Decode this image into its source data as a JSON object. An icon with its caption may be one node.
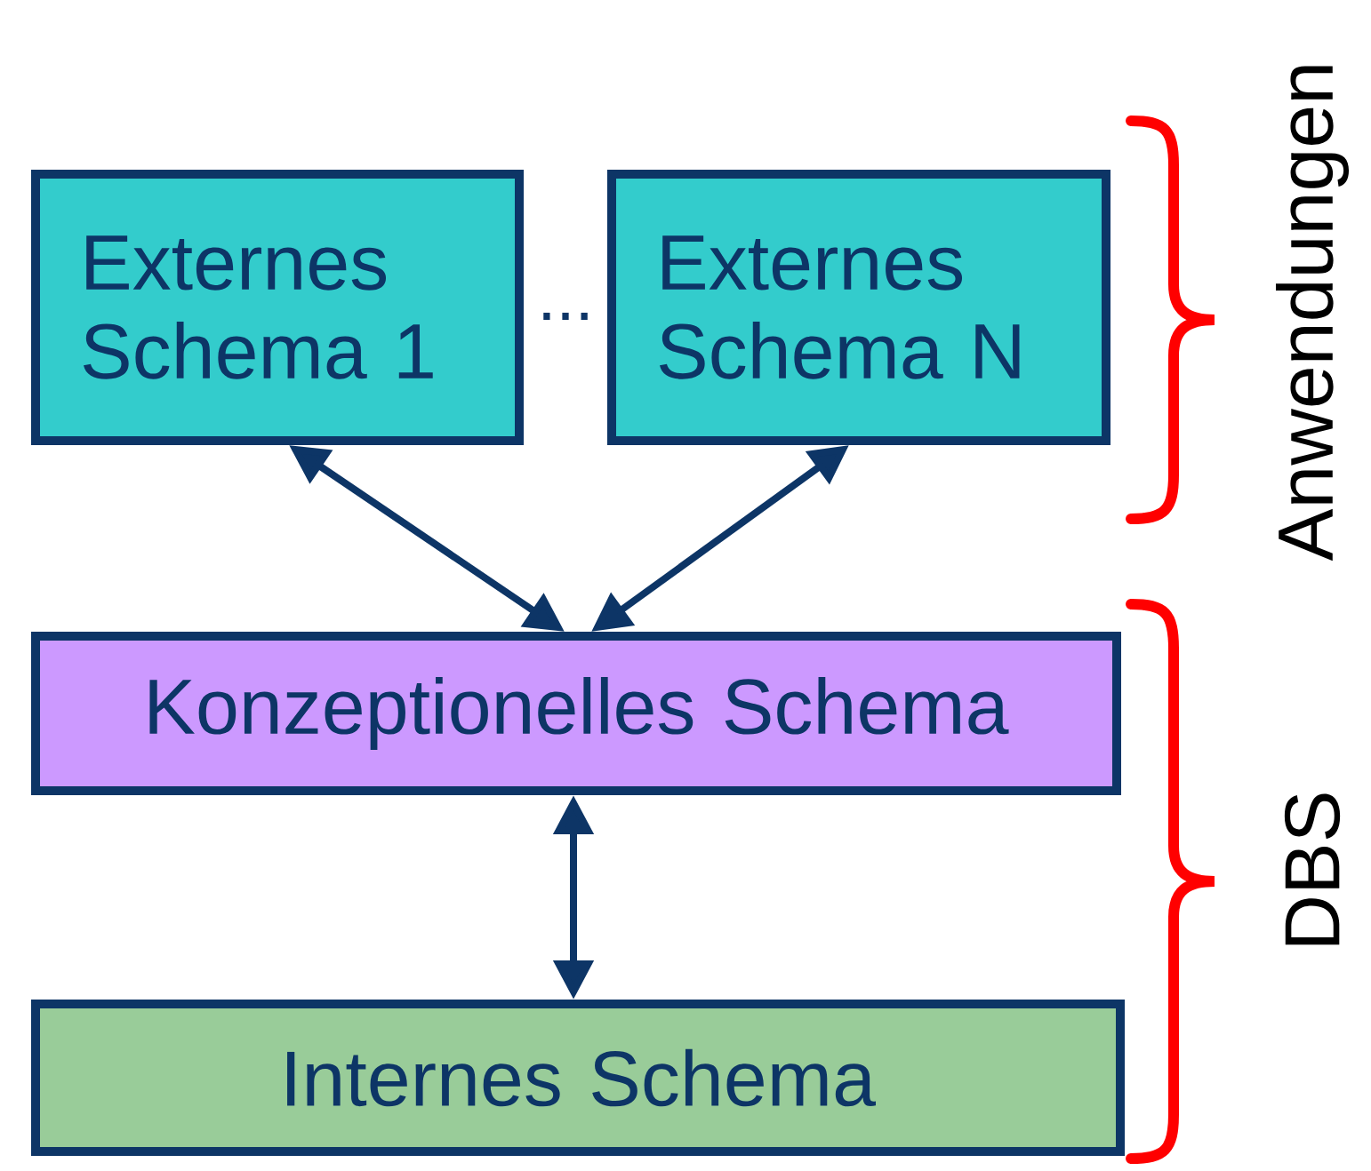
{
  "diagram": {
    "nodes": [
      {
        "text": [
          "Externes Schema 1"
        ]
      },
      {
        "text": [
          "Externes Schema N"
        ]
      },
      {
        "text": [
          "Konzeptionelles Schema"
        ]
      },
      {
        "text": [
          "Internes Schema"
        ]
      }
    ],
    "edges": [
      {
        "from": 0,
        "to": 2,
        "arrow": "both"
      },
      {
        "from": 1,
        "to": 2,
        "arrow": "both"
      },
      {
        "from": 2,
        "to": 3,
        "arrow": "both"
      }
    ],
    "labels": [
      "...",
      "Anwendungen",
      "DBS"
    ]
  }
}
